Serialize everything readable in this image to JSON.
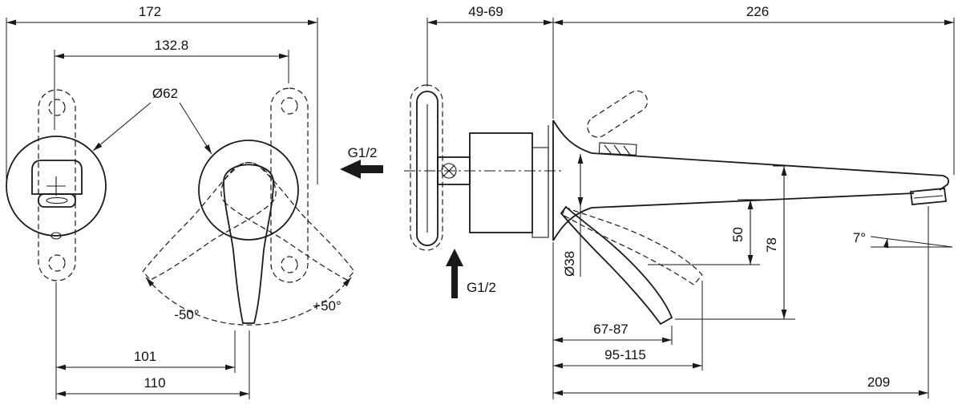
{
  "front_view": {
    "dim_overall_width": "172",
    "dim_center_distance": "132.8",
    "dim_plate_diameter": "Ø62",
    "connection_label": "G1/2",
    "angle_minus": "-50°",
    "angle_plus": "+50°",
    "dim_reach_spout": "101",
    "dim_reach_plate": "110"
  },
  "side_view": {
    "dim_wall_depth_range": "49-69",
    "dim_spout_projection": "226",
    "dim_spout_diameter": "Ø38",
    "dim_height_50": "50",
    "dim_height_78": "78",
    "angle_spout": "7°",
    "dim_handle_reach_min": "67-87",
    "dim_handle_reach_max": "95-115",
    "dim_aerator_reach": "209",
    "connection_label": "G1/2"
  },
  "colors": {
    "line": "#1a1a1a",
    "background": "#ffffff"
  }
}
